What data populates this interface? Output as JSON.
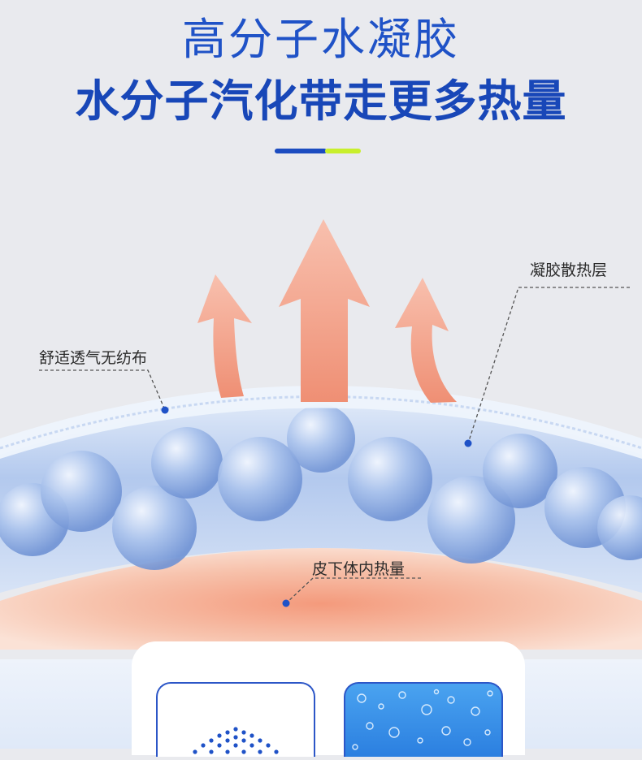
{
  "heading": {
    "line1": "高分子水凝胶",
    "line2": "水分子汽化带走更多热量"
  },
  "labels": {
    "nonwoven": "舒适透气无纺布",
    "gel_layer": "凝胶散热层",
    "body_heat": "皮下体内热量"
  },
  "colors": {
    "brand_blue": "#1f52c7",
    "accent_green": "#c8ef2c",
    "arrow_salmon": "#f4a088",
    "skin": "#f5b59c",
    "gel_blue": "#b9cff0"
  },
  "icons": {
    "dots": "breathable-dots-icon",
    "bubbles": "gel-bubbles-icon"
  }
}
